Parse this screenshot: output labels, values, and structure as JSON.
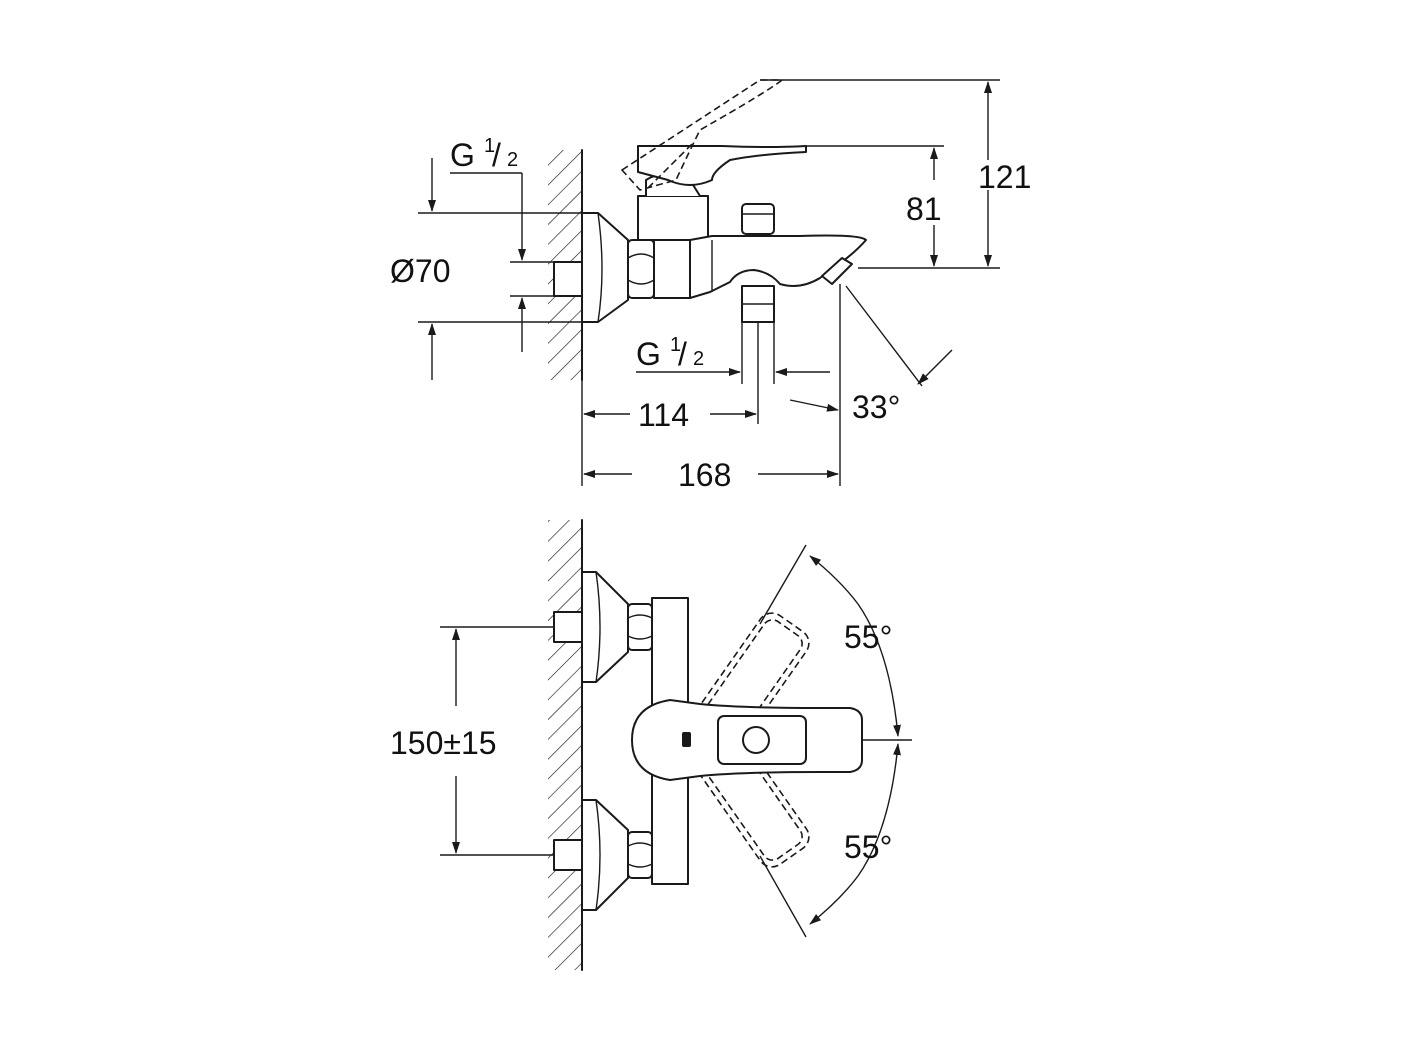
{
  "top_view": {
    "thread_top": {
      "letter": "G",
      "num": "1",
      "den": "2"
    },
    "thread_bottom": {
      "letter": "G",
      "num": "1",
      "den": "2"
    },
    "dim_diameter": "Ø70",
    "dim_81": "81",
    "dim_121": "121",
    "dim_114": "114",
    "dim_168": "168",
    "dim_angle": "33°"
  },
  "front_view": {
    "dim_spacing": "150±15",
    "angle_top": "55°",
    "angle_bottom": "55°"
  }
}
